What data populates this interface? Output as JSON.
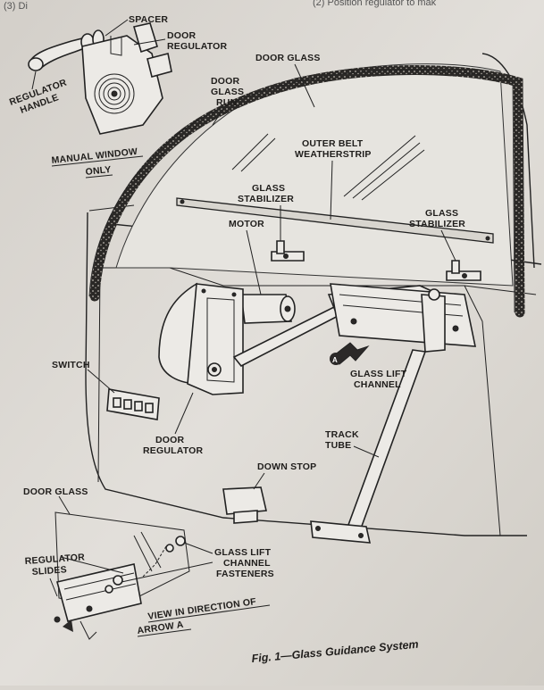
{
  "header": {
    "left_fragment": "(3) Di",
    "right_fragment": "(2) Position regulator to mak"
  },
  "labels": {
    "spacer": "SPACER",
    "door_regulator_top_l1": "DOOR",
    "door_regulator_top_l2": "REGULATOR",
    "regulator_handle_l1": "REGULATOR",
    "regulator_handle_l2": "HANDLE",
    "manual_window_l1": "MANUAL WINDOW",
    "manual_window_l2": "ONLY",
    "door_glass_top": "DOOR GLASS",
    "door_glass_run_l1": "DOOR",
    "door_glass_run_l2": "GLASS",
    "door_glass_run_l3": "RUN",
    "outer_belt_l1": "OUTER BELT",
    "outer_belt_l2": "WEATHERSTRIP",
    "glass_stabilizer_left_l1": "GLASS",
    "glass_stabilizer_left_l2": "STABILIZER",
    "glass_stabilizer_right_l1": "GLASS",
    "glass_stabilizer_right_l2": "STABILIZER",
    "motor": "MOTOR",
    "switch": "SWITCH",
    "arrow_marker": "A",
    "glass_lift_channel_l1": "GLASS LIFT",
    "glass_lift_channel_l2": "CHANNEL",
    "door_regulator_main_l1": "DOOR",
    "door_regulator_main_l2": "REGULATOR",
    "track_tube_l1": "TRACK",
    "track_tube_l2": "TUBE",
    "down_stop": "DOWN STOP",
    "door_glass_inset": "DOOR GLASS",
    "regulator_slides_l1": "REGULATOR",
    "regulator_slides_l2": "SLIDES",
    "lift_fasteners_l1": "GLASS LIFT",
    "lift_fasteners_l2": "CHANNEL",
    "lift_fasteners_l3": "FASTENERS",
    "view_direction_l1": "VIEW IN DIRECTION OF",
    "view_direction_l2": "ARROW A"
  },
  "caption": "Fig. 1—Glass Guidance System"
}
